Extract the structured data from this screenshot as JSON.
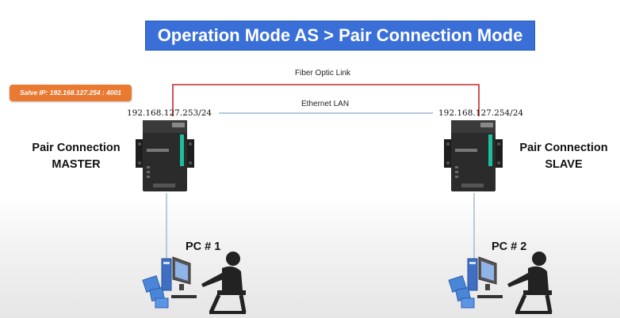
{
  "title": "Operation Mode AS > Pair Connection Mode",
  "slave_ip_badge": "Salve IP: 192.168.127.254 : 4001",
  "links": {
    "fiber": "Fiber Optic Link",
    "ethernet": "Ethernet LAN"
  },
  "master": {
    "ip": "192.168.127.253/24",
    "role_line1": "Pair Connection",
    "role_line2": "MASTER"
  },
  "slave": {
    "ip": "192.168.127.254/24",
    "role_line1": "Pair Connection",
    "role_line2": "SLAVE"
  },
  "pcs": [
    {
      "label": "PC # 1"
    },
    {
      "label": "PC # 2"
    }
  ],
  "colors": {
    "title_bg": "#3a6fd8",
    "badge_bg": "#ea7a32",
    "fiber_line": "#c62828",
    "ethernet_line": "#9bb7d4",
    "device_body": "#2b2b2b",
    "device_accent": "#1bbf9b"
  }
}
